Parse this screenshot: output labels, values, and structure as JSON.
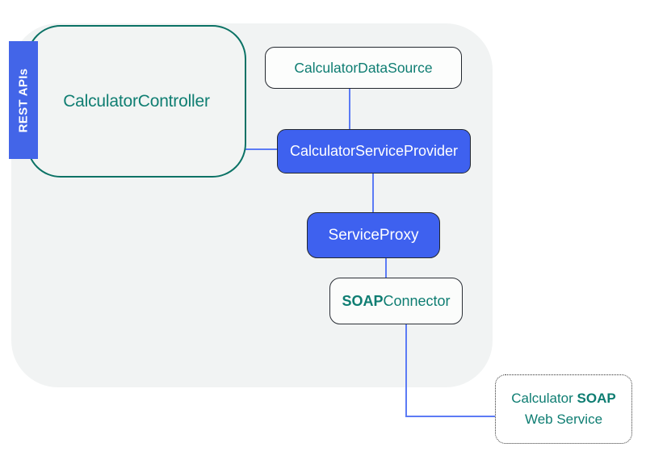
{
  "rest_api_tab": {
    "label": "REST APIs"
  },
  "nodes": {
    "calculator_controller": {
      "label": "CalculatorController"
    },
    "calculator_data_source": {
      "label": "CalculatorDataSource"
    },
    "calculator_service_provider": {
      "label": "CalculatorServiceProvider"
    },
    "service_proxy": {
      "label": "ServiceProxy"
    },
    "soap_connector": {
      "label_bold": "SOAP",
      "label_rest": "Connector"
    },
    "calculator_soap_web_service": {
      "line1_pre": "Calculator ",
      "line1_bold": "SOAP",
      "line2": "Web Service"
    }
  },
  "colors": {
    "node_blue": "#3E61EF",
    "tab_blue": "#4365E8",
    "teal_text": "#0E7D72",
    "teal_border": "#0B7265",
    "connector_blue": "#5C7BF5",
    "container_bg": "#F1F3F3",
    "dark_border": "#23272E"
  }
}
